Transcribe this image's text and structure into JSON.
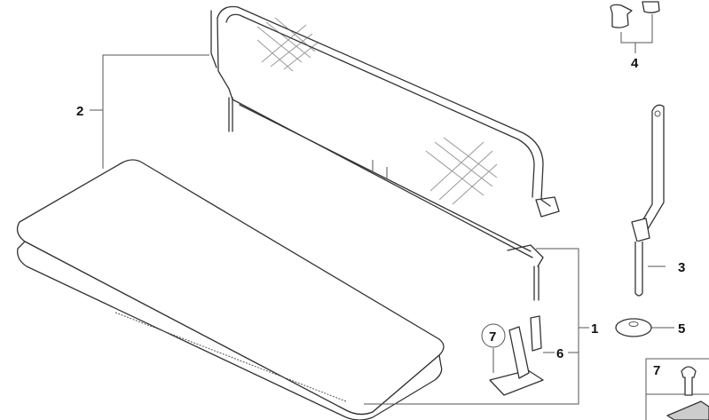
{
  "diagram": {
    "callouts": [
      {
        "id": "1",
        "label": "1"
      },
      {
        "id": "2",
        "label": "2"
      },
      {
        "id": "3",
        "label": "3"
      },
      {
        "id": "4",
        "label": "4"
      },
      {
        "id": "5",
        "label": "5"
      },
      {
        "id": "6",
        "label": "6"
      },
      {
        "id": "7",
        "label": "7"
      }
    ],
    "inset": {
      "label": "7"
    },
    "colors": {
      "line": "#333333",
      "background": "#ffffff"
    }
  }
}
